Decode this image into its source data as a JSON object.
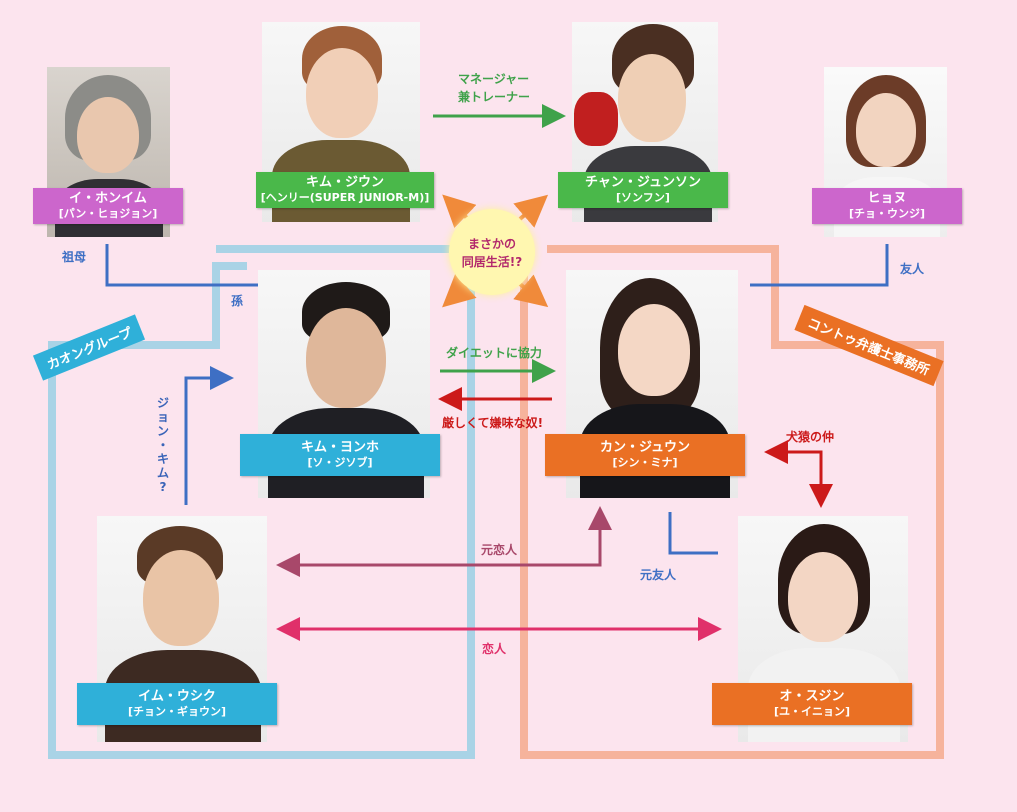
{
  "center": {
    "line1": "まさかの",
    "line2": "同居生活!?"
  },
  "groups": {
    "left": "カオングループ",
    "right": "コントゥ弁護士事務所"
  },
  "characters": {
    "grandma": {
      "name": "イ・ホンイム",
      "actor": "[パン・ヒョジョン]",
      "color": "#cc66cc"
    },
    "jiun": {
      "name": "キム・ジウン",
      "actor": "[ヘンリー(SUPER JUNIOR-M)]",
      "color": "#4ab84a"
    },
    "junson": {
      "name": "チャン・ジュンソン",
      "actor": "[ソンフン]",
      "color": "#4ab84a"
    },
    "hyonu": {
      "name": "ヒョヌ",
      "actor": "[チョ・ウンジ]",
      "color": "#cc66cc"
    },
    "yonho": {
      "name": "キム・ヨンホ",
      "actor": "[ソ・ジソブ]",
      "color": "#2fb0d9"
    },
    "juun": {
      "name": "カン・ジュウン",
      "actor": "[シン・ミナ]",
      "color": "#ea7024"
    },
    "usiku": {
      "name": "イム・ウシク",
      "actor": "[チョン・ギョウン]",
      "color": "#2fb0d9"
    },
    "sujin": {
      "name": "オ・スジン",
      "actor": "[ユ・イニョン]",
      "color": "#ea7024"
    }
  },
  "relations": {
    "manager_1": "マネージャー",
    "manager_2": "兼トレーナー",
    "grandmother": "祖母",
    "grandson": "孫",
    "friend": "友人",
    "diet": "ダイエットに協力",
    "strict": "厳しくて嫌味な奴!",
    "rivals": "犬猿の仲",
    "jon_kim": "ジョン・キム?",
    "ex_lover": "元恋人",
    "ex_friend": "元友人",
    "lovers": "恋人"
  },
  "colors": {
    "blue_frame": "#a9d3e6",
    "orange_frame": "#f6b39c",
    "blue_line": "#3e6fc4",
    "green_arrow": "#3fa24a",
    "red_arrow": "#cc1a1a",
    "ex_arrow": "#a8486a",
    "love_arrow": "#e0306a",
    "sun_arrow": "#f08a3a"
  }
}
